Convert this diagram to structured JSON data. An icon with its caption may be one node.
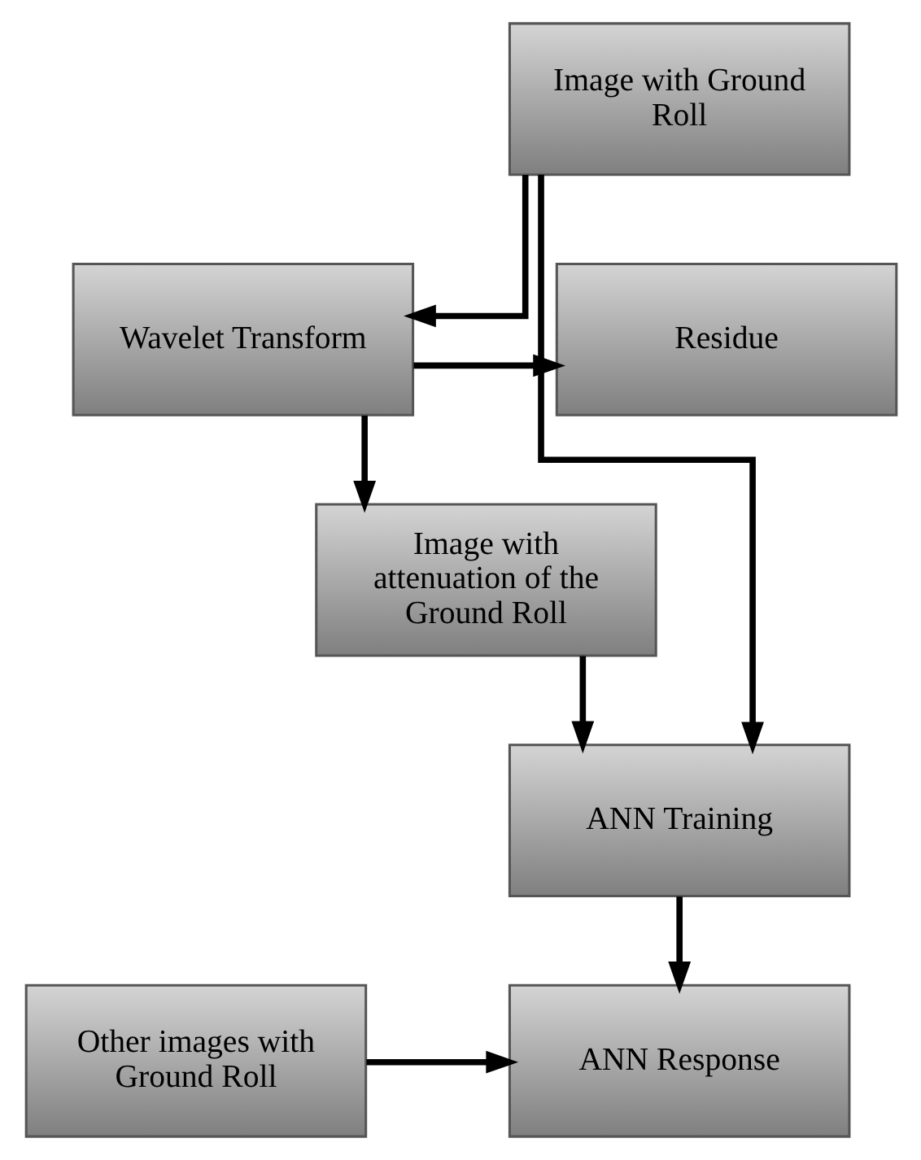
{
  "diagram": {
    "nodes": [
      {
        "text": [
          "Image with Ground Roll"
        ]
      },
      {
        "text": [
          "Wavelet Transform"
        ]
      },
      {
        "text": [
          "Residue"
        ]
      },
      {
        "text": [
          "Image with attenuation of the Ground Roll"
        ]
      },
      {
        "text": [
          "ANN Training"
        ]
      },
      {
        "text": [
          "ANN Response"
        ]
      },
      {
        "text": [
          "Other images with Ground Roll"
        ]
      }
    ],
    "edges": [
      {
        "from": 0,
        "to": 1,
        "arrow": "to"
      },
      {
        "from": 1,
        "to": 2,
        "arrow": "to"
      },
      {
        "from": 1,
        "to": 3,
        "arrow": "to"
      },
      {
        "from": 3,
        "to": 4,
        "arrow": "to"
      },
      {
        "from": 0,
        "to": 4,
        "arrow": "to"
      },
      {
        "from": 4,
        "to": 5,
        "arrow": "to"
      },
      {
        "from": 6,
        "to": 5,
        "arrow": "to"
      }
    ]
  }
}
